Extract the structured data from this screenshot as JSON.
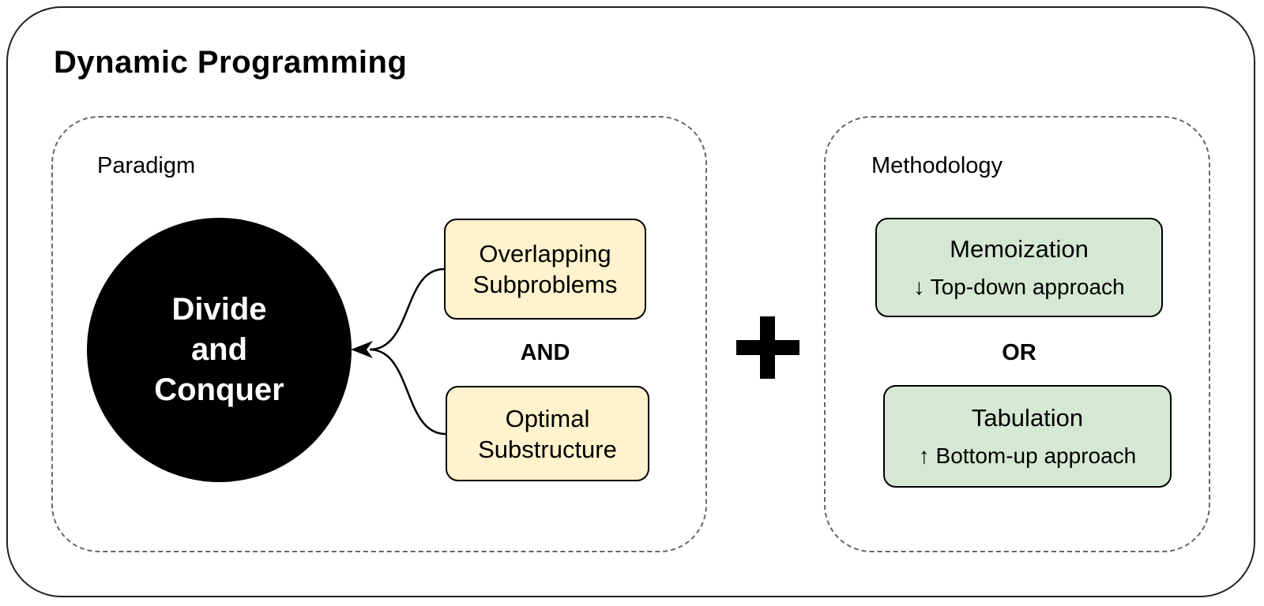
{
  "title": "Dynamic Programming",
  "paradigm": {
    "label": "Paradigm",
    "circle": {
      "line1": "Divide",
      "line2": "and",
      "line3": "Conquer"
    },
    "properties": [
      {
        "line1": "Overlapping",
        "line2": "Subproblems"
      },
      {
        "line1": "Optimal",
        "line2": "Substructure"
      }
    ],
    "operator": "AND"
  },
  "connector": {
    "symbol": "+"
  },
  "methodology": {
    "label": "Methodology",
    "approaches": [
      {
        "title": "Memoization",
        "subtitle": "↓ Top-down approach"
      },
      {
        "title": "Tabulation",
        "subtitle": "↑ Bottom-up approach"
      }
    ],
    "operator": "OR"
  },
  "colors": {
    "condition_fill": "#FFF2CC",
    "approach_fill": "#D5E8D4",
    "circle_fill": "#000000",
    "circle_text": "#FFFFFF",
    "dashed_border": "#666666",
    "outer_border": "#222222"
  }
}
